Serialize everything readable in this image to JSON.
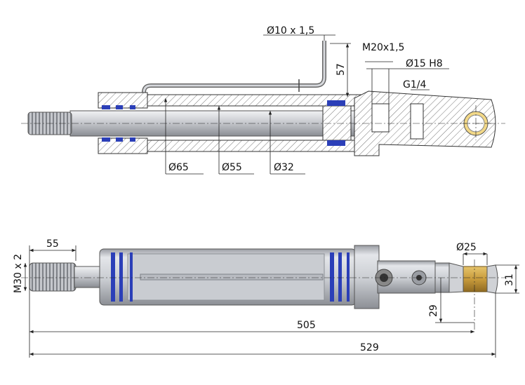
{
  "dimensions": {
    "top_pipe_diameter": "Ø10 x 1,5",
    "top_pipe_height": "57",
    "port_thread": "M20x1,5",
    "port_bore": "Ø15 H8",
    "port_pipe_thread": "G1/4",
    "bore_diameter": "Ø65",
    "tube_inner_diameter": "Ø55",
    "rod_diameter": "Ø32",
    "rod_thread_length": "55",
    "rod_thread": "M30 x 2",
    "eye_pin_diameter": "Ø25",
    "eye_width": "31",
    "eye_offset": "29",
    "pin_center_length": "505",
    "overall_length": "529"
  },
  "colors": {
    "steel_light": "#d9dbdf",
    "steel_mid": "#b4b7bd",
    "steel_dark": "#7d8086",
    "seal_blue": "#2b3fb8",
    "bushing_gold": "#c89b3c",
    "hatch": "#555555"
  }
}
